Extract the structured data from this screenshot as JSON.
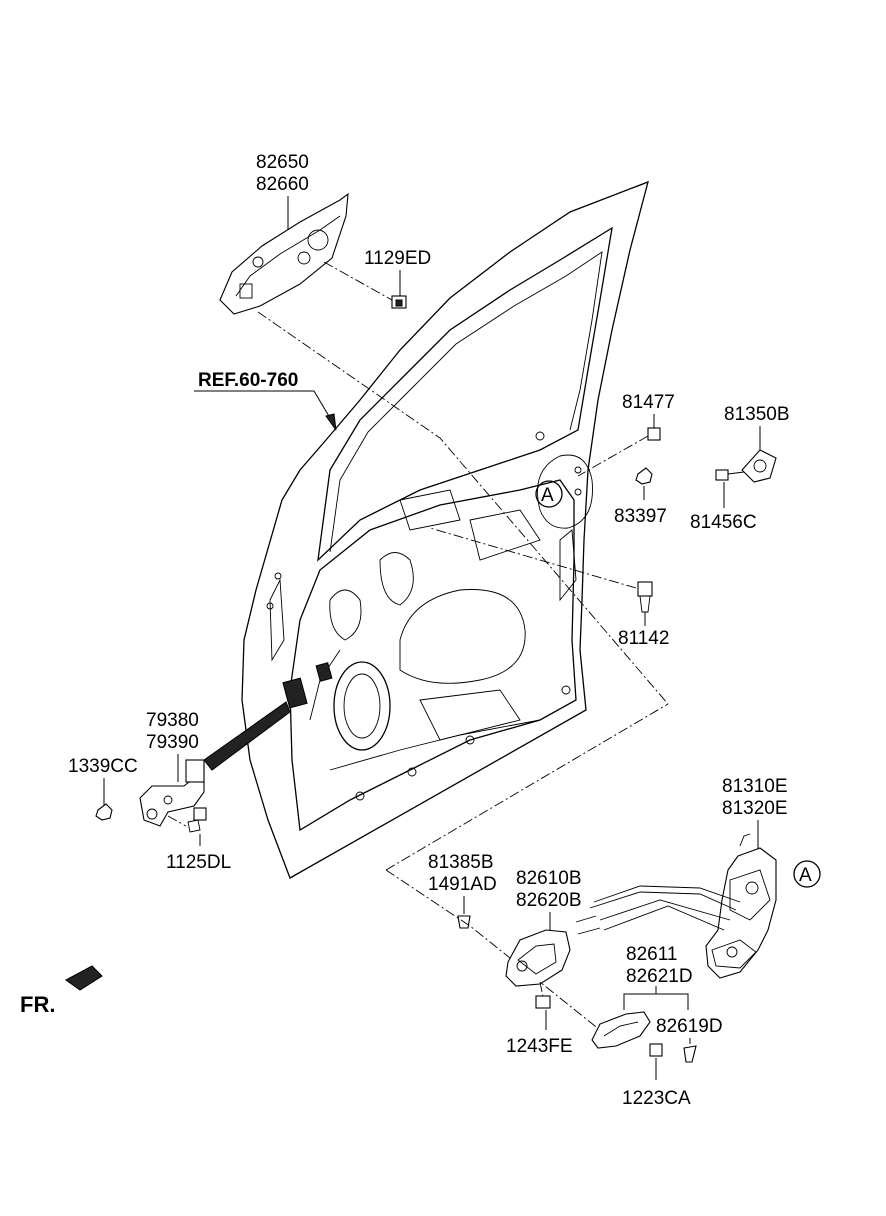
{
  "labels": {
    "inside_handle_top": [
      "82650",
      "82660"
    ],
    "screw_1129ED": "1129ED",
    "ref": "REF.60-760",
    "screw_81477": "81477",
    "striker": "81350B",
    "nut_83397": "83397",
    "bolt_81456C": "81456C",
    "callout_a": "A",
    "bolt_81142": "81142",
    "checker": [
      "79380",
      "79390"
    ],
    "nut_1339CC": "1339CC",
    "bolt_1125DL": "1125DL",
    "latch": [
      "81310E",
      "81320E"
    ],
    "clip": [
      "81385B",
      "1491AD"
    ],
    "handle_housing": [
      "82610B",
      "82620B"
    ],
    "handle_group": [
      "82611",
      "82621D"
    ],
    "cap_82619D": "82619D",
    "screw_1243FE": "1243FE",
    "screw_1223CA": "1223CA",
    "fr": "FR."
  }
}
